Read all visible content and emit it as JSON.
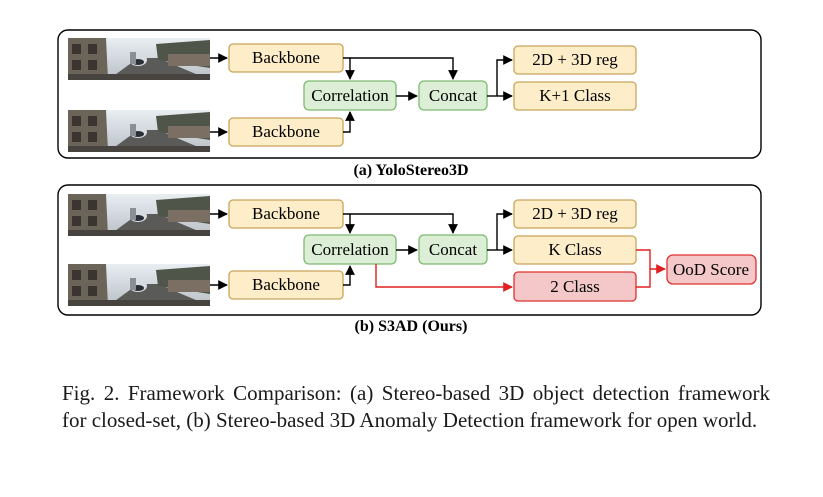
{
  "panel_a": {
    "caption": "(a) YoloStereo3D",
    "backbone_top": "Backbone",
    "backbone_bottom": "Backbone",
    "correlation": "Correlation",
    "concat": "Concat",
    "head_reg": "2D + 3D reg",
    "head_class": "K+1 Class"
  },
  "panel_b": {
    "caption": "(b) S3AD (Ours)",
    "backbone_top": "Backbone",
    "backbone_bottom": "Backbone",
    "correlation": "Correlation",
    "concat": "Concat",
    "head_reg": "2D + 3D reg",
    "head_class": "K Class",
    "head_binary": "2 Class",
    "ood": "OoD Score"
  },
  "figure_caption": "Fig. 2.  Framework Comparison: (a) Stereo-based 3D object detection framework for closed-set, (b) Stereo-based 3D Anomaly Detection framework for open world.",
  "colors": {
    "backbone_fill": "#fdeec9",
    "backbone_stroke": "#c9a45a",
    "green_fill": "#dcefd6",
    "green_stroke": "#7dbb6f",
    "red_fill": "#f4c8c8",
    "red_stroke": "#e03030",
    "red_arrow": "#e02020"
  }
}
